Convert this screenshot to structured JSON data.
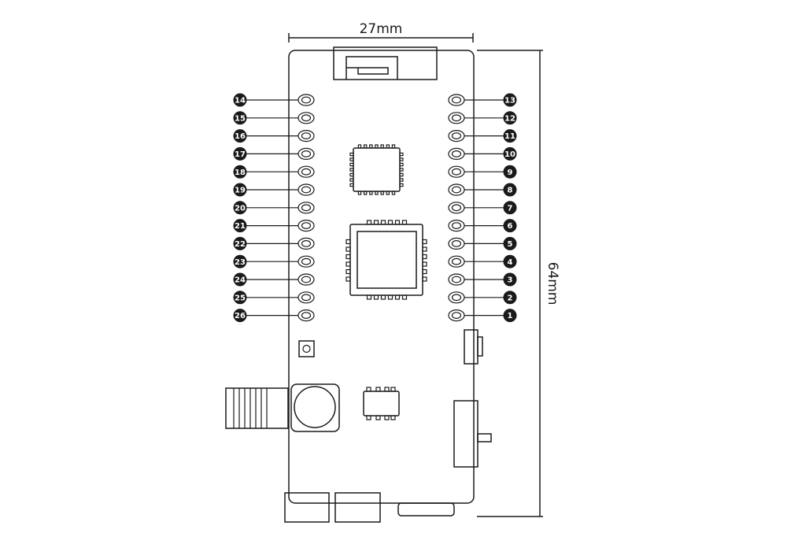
{
  "dimensions": {
    "width_label": "27mm",
    "height_label": "64mm"
  },
  "pins": {
    "left": [
      "14",
      "15",
      "16",
      "17",
      "18",
      "19",
      "20",
      "21",
      "22",
      "23",
      "24",
      "25",
      "26"
    ],
    "right": [
      "13",
      "12",
      "11",
      "10",
      "9",
      "8",
      "7",
      "6",
      "5",
      "4",
      "3",
      "2",
      "1"
    ]
  },
  "colors": {
    "stroke": "#1a1a1a",
    "background": "#ffffff",
    "pin_badge": "#1a1a1a"
  }
}
